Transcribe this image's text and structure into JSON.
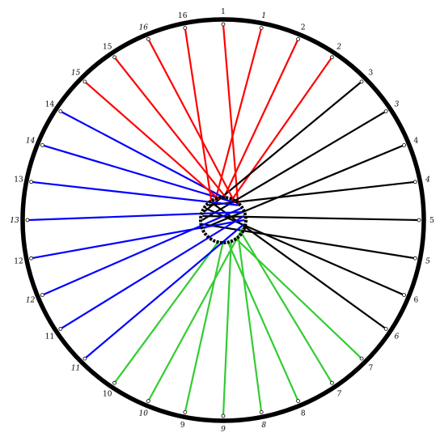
{
  "diagram": {
    "rim_color": "#000000",
    "hub_color": "#000000",
    "group_colors": {
      "red": "#ff0000",
      "black": "#000000",
      "green": "#33cc33",
      "blue": "#0000ff"
    },
    "rim_labels": [
      {
        "text": "1",
        "italic": false
      },
      {
        "text": "1",
        "italic": true
      },
      {
        "text": "2",
        "italic": false
      },
      {
        "text": "2",
        "italic": true
      },
      {
        "text": "3",
        "italic": false
      },
      {
        "text": "3",
        "italic": true
      },
      {
        "text": "4",
        "italic": false
      },
      {
        "text": "4",
        "italic": true
      },
      {
        "text": "5",
        "italic": false
      },
      {
        "text": "5",
        "italic": true
      },
      {
        "text": "6",
        "italic": false
      },
      {
        "text": "6",
        "italic": true
      },
      {
        "text": "7",
        "italic": false
      },
      {
        "text": "7",
        "italic": true
      },
      {
        "text": "8",
        "italic": false
      },
      {
        "text": "8",
        "italic": true
      },
      {
        "text": "9",
        "italic": true
      },
      {
        "text": "9",
        "italic": false
      },
      {
        "text": "10",
        "italic": true
      },
      {
        "text": "10",
        "italic": false
      },
      {
        "text": "11",
        "italic": true
      },
      {
        "text": "11",
        "italic": false
      },
      {
        "text": "12",
        "italic": true
      },
      {
        "text": "12",
        "italic": false
      },
      {
        "text": "13",
        "italic": true
      },
      {
        "text": "13",
        "italic": false
      },
      {
        "text": "14",
        "italic": true
      },
      {
        "text": "14",
        "italic": false
      },
      {
        "text": "15",
        "italic": true
      },
      {
        "text": "15",
        "italic": false
      },
      {
        "text": "16",
        "italic": true
      },
      {
        "text": "16",
        "italic": false
      }
    ],
    "spokes": [
      {
        "rim": 0,
        "hub": 4,
        "group": "red"
      },
      {
        "rim": 1,
        "hub": 30,
        "group": "red"
      },
      {
        "rim": 2,
        "hub": 0,
        "group": "red"
      },
      {
        "rim": 3,
        "hub": 2,
        "group": "red"
      },
      {
        "rim": 4,
        "hub": 26,
        "group": "black"
      },
      {
        "rim": 5,
        "hub": 24,
        "group": "black"
      },
      {
        "rim": 6,
        "hub": 22,
        "group": "black"
      },
      {
        "rim": 7,
        "hub": 28,
        "group": "black"
      },
      {
        "rim": 8,
        "hub": 25,
        "group": "black"
      },
      {
        "rim": 9,
        "hub": 23,
        "group": "black"
      },
      {
        "rim": 10,
        "hub": 27,
        "group": "black"
      },
      {
        "rim": 11,
        "hub": 29,
        "group": "black"
      },
      {
        "rim": 12,
        "hub": 13,
        "group": "green"
      },
      {
        "rim": 13,
        "hub": 11,
        "group": "green"
      },
      {
        "rim": 14,
        "hub": 15,
        "group": "green"
      },
      {
        "rim": 15,
        "hub": 12,
        "group": "green"
      },
      {
        "rim": 16,
        "hub": 14,
        "group": "green"
      },
      {
        "rim": 17,
        "hub": 16,
        "group": "green"
      },
      {
        "rim": 18,
        "hub": 10,
        "group": "green"
      },
      {
        "rim": 19,
        "hub": 17,
        "group": "green"
      },
      {
        "rim": 20,
        "hub": 9,
        "group": "blue"
      },
      {
        "rim": 21,
        "hub": 7,
        "group": "blue"
      },
      {
        "rim": 22,
        "hub": 5,
        "group": "blue"
      },
      {
        "rim": 23,
        "hub": 8,
        "group": "blue"
      },
      {
        "rim": 24,
        "hub": 6,
        "group": "blue"
      },
      {
        "rim": 25,
        "hub": 4,
        "group": "blue"
      },
      {
        "rim": 26,
        "hub": 3,
        "group": "blue"
      },
      {
        "rim": 27,
        "hub": 1,
        "group": "blue"
      },
      {
        "rim": 28,
        "hub": 31,
        "group": "red"
      },
      {
        "rim": 29,
        "hub": 1,
        "group": "red"
      },
      {
        "rim": 30,
        "hub": 3,
        "group": "red"
      },
      {
        "rim": 31,
        "hub": 29,
        "group": "red"
      }
    ]
  }
}
